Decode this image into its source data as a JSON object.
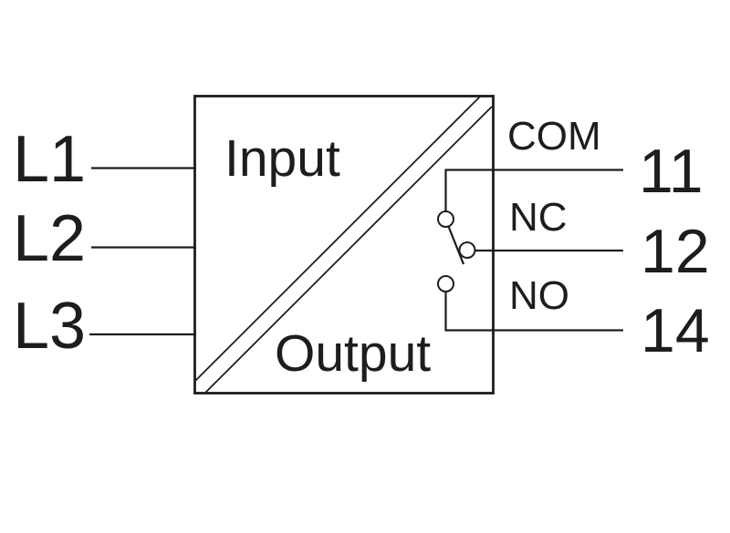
{
  "diagram": {
    "device": {
      "input_label": "Input",
      "output_label": "Output"
    },
    "input_terminals": [
      {
        "label": "L1"
      },
      {
        "label": "L2"
      },
      {
        "label": "L3"
      }
    ],
    "output_contacts": [
      {
        "name": "COM",
        "terminal": "11"
      },
      {
        "name": "NC",
        "terminal": "12"
      },
      {
        "name": "NO",
        "terminal": "14"
      }
    ],
    "colors": {
      "line": "#1d1d1b",
      "background": "#ffffff"
    }
  }
}
